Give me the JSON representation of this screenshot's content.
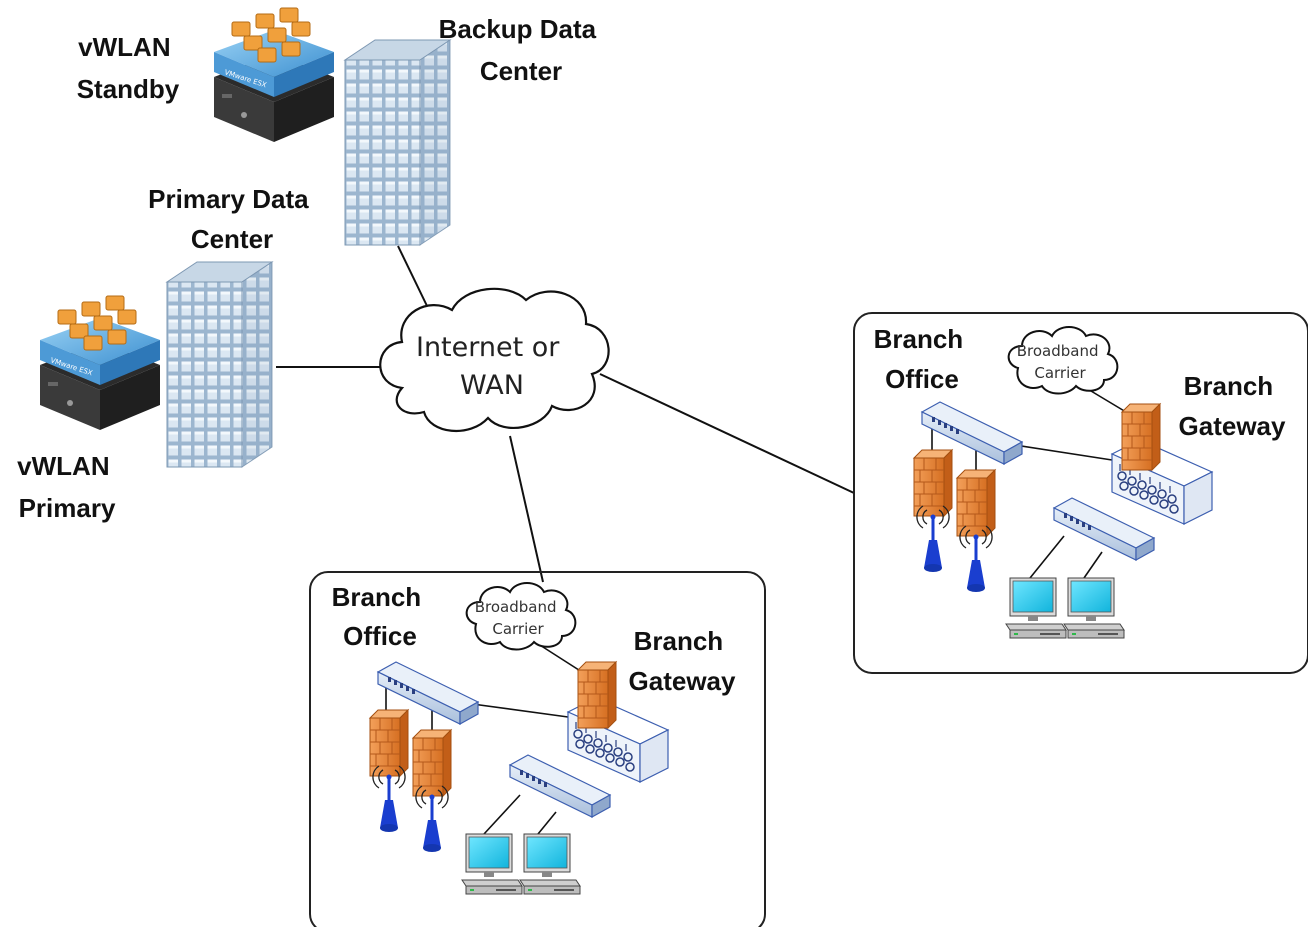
{
  "labels": {
    "vwlan_standby": [
      "vWLAN",
      "Standby"
    ],
    "backup_dc": [
      "Backup Data",
      "Center"
    ],
    "primary_dc": [
      "Primary Data",
      "Center"
    ],
    "vwlan_primary": [
      "vWLAN",
      "Primary"
    ],
    "internet": [
      "Internet or",
      "WAN"
    ]
  },
  "branches": [
    {
      "office_label": [
        "Branch",
        "Office"
      ],
      "gateway_label": [
        "Branch",
        "Gateway"
      ],
      "carrier_label": [
        "Broadband",
        "Carrier"
      ]
    },
    {
      "office_label": [
        "Branch",
        "Office"
      ],
      "gateway_label": [
        "Branch",
        "Gateway"
      ],
      "carrier_label": [
        "Broadband",
        "Carrier"
      ]
    }
  ],
  "esx_label": "VMware ESX",
  "colors": {
    "building": "#a9c3db",
    "firewall": "#e8873a",
    "switch": "#c9d7ea",
    "server_top": "#5aa8de",
    "monitor": "#33ccee",
    "antenna": "#1a3ecf"
  }
}
